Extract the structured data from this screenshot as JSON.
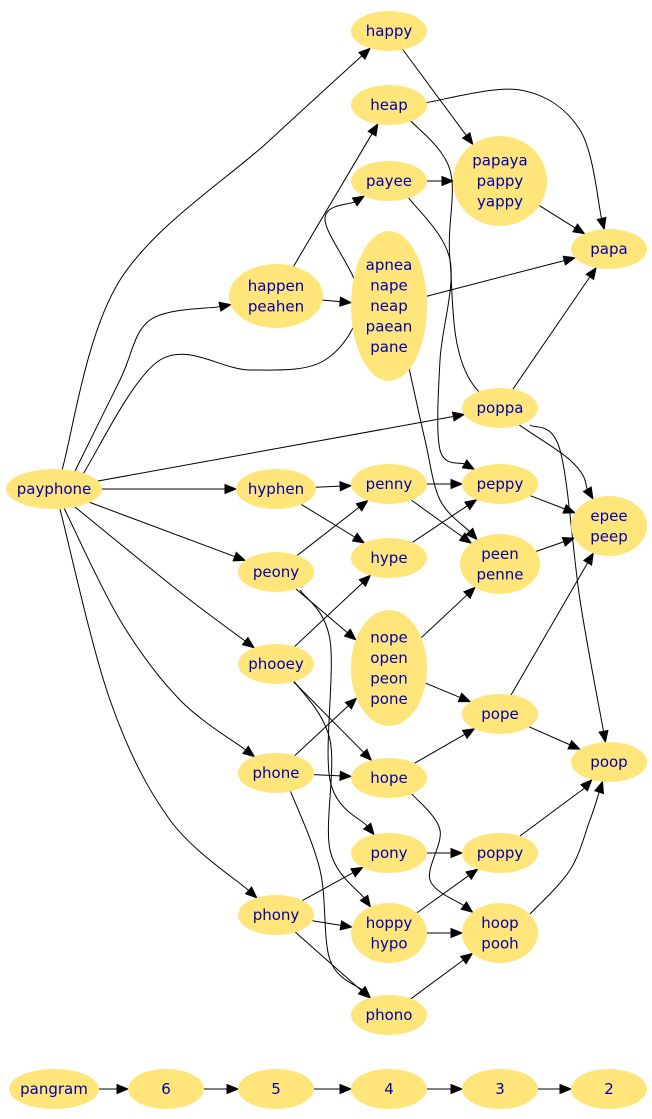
{
  "nodes": {
    "payphone": [
      "payphone"
    ],
    "happy": [
      "happy"
    ],
    "heap": [
      "heap"
    ],
    "payee": [
      "payee"
    ],
    "papaya": [
      "papaya",
      "pappy",
      "yappy"
    ],
    "happen": [
      "happen",
      "peahen"
    ],
    "apnea": [
      "apnea",
      "nape",
      "neap",
      "paean",
      "pane"
    ],
    "papa": [
      "papa"
    ],
    "poppa": [
      "poppa"
    ],
    "hyphen": [
      "hyphen"
    ],
    "penny": [
      "penny"
    ],
    "peppy": [
      "peppy"
    ],
    "epee": [
      "epee",
      "peep"
    ],
    "hype": [
      "hype"
    ],
    "peen": [
      "peen",
      "penne"
    ],
    "peony": [
      "peony"
    ],
    "nope": [
      "nope",
      "open",
      "peon",
      "pone"
    ],
    "phooey": [
      "phooey"
    ],
    "pope": [
      "pope"
    ],
    "poop": [
      "poop"
    ],
    "phone": [
      "phone"
    ],
    "hope": [
      "hope"
    ],
    "pony": [
      "pony"
    ],
    "poppy": [
      "poppy"
    ],
    "phony": [
      "phony"
    ],
    "hoppy": [
      "hoppy",
      "hypo"
    ],
    "hoop": [
      "hoop",
      "pooh"
    ],
    "phono": [
      "phono"
    ],
    "pangram": [
      "pangram"
    ],
    "six": [
      "6"
    ],
    "five": [
      "5"
    ],
    "four": [
      "4"
    ],
    "three": [
      "3"
    ],
    "two": [
      "2"
    ]
  },
  "edges": [
    [
      "payphone",
      "happy"
    ],
    [
      "payphone",
      "happen"
    ],
    [
      "payphone",
      "payee"
    ],
    [
      "payphone",
      "poppa"
    ],
    [
      "payphone",
      "hyphen"
    ],
    [
      "payphone",
      "peony"
    ],
    [
      "payphone",
      "phooey"
    ],
    [
      "payphone",
      "phone"
    ],
    [
      "payphone",
      "phony"
    ],
    [
      "happy",
      "papaya"
    ],
    [
      "heap",
      "papa"
    ],
    [
      "heap",
      "epee"
    ],
    [
      "payee",
      "papaya"
    ],
    [
      "payee",
      "peppy"
    ],
    [
      "papaya",
      "papa"
    ],
    [
      "happen",
      "heap"
    ],
    [
      "happen",
      "apnea"
    ],
    [
      "apnea",
      "papa"
    ],
    [
      "apnea",
      "peen"
    ],
    [
      "poppa",
      "papa"
    ],
    [
      "poppa",
      "poop"
    ],
    [
      "hyphen",
      "penny"
    ],
    [
      "hyphen",
      "hype"
    ],
    [
      "penny",
      "peppy"
    ],
    [
      "penny",
      "peen"
    ],
    [
      "peppy",
      "epee"
    ],
    [
      "hype",
      "peppy"
    ],
    [
      "peen",
      "epee"
    ],
    [
      "peony",
      "penny"
    ],
    [
      "peony",
      "nope"
    ],
    [
      "peony",
      "pony"
    ],
    [
      "nope",
      "peen"
    ],
    [
      "nope",
      "pope"
    ],
    [
      "phooey",
      "hype"
    ],
    [
      "phooey",
      "hope"
    ],
    [
      "phooey",
      "hoppy"
    ],
    [
      "pope",
      "epee"
    ],
    [
      "pope",
      "poop"
    ],
    [
      "phone",
      "nope"
    ],
    [
      "phone",
      "hope"
    ],
    [
      "phone",
      "phono"
    ],
    [
      "hope",
      "pope"
    ],
    [
      "hope",
      "hoop"
    ],
    [
      "pony",
      "poppy"
    ],
    [
      "poppy",
      "poop"
    ],
    [
      "phony",
      "pony"
    ],
    [
      "phony",
      "hoppy"
    ],
    [
      "phony",
      "phono"
    ],
    [
      "hoppy",
      "poppy"
    ],
    [
      "hoppy",
      "hoop"
    ],
    [
      "hoop",
      "poop"
    ],
    [
      "phono",
      "hoop"
    ],
    [
      "pangram",
      "six"
    ],
    [
      "six",
      "five"
    ],
    [
      "five",
      "four"
    ],
    [
      "four",
      "three"
    ],
    [
      "three",
      "two"
    ]
  ],
  "colors": {
    "node_fill": "#ffe57a",
    "label": "#0000aa",
    "edge": "#000000",
    "background": "#ffffff"
  }
}
